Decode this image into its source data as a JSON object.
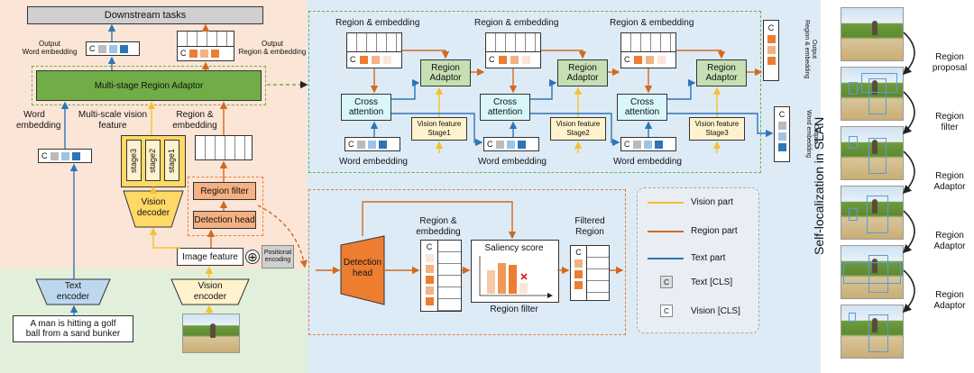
{
  "left": {
    "downstream": "Downstream tasks",
    "output_word": "Output\nWord embedding",
    "output_region": "Output\nRegion & embedding",
    "adaptor": "Multi-stage Region Adaptor",
    "word_emb": "Word\nembedding",
    "multi_scale": "Multi-scale vision\nfeature",
    "region_emb": "Region &\nembedding",
    "stages": [
      "stage3",
      "stage2",
      "stage1"
    ],
    "vision_decoder": "Vision\ndecoder",
    "region_filter": "Region filter",
    "detection_head": "Detection head",
    "image_feature": "Image feature",
    "positional": "Positional\nencoding",
    "text_encoder": "Text\nencoder",
    "vision_encoder": "Vision\nencoder",
    "caption": "A man is hitting a golf\nball from a sand bunker",
    "cls": "C"
  },
  "top_panel": {
    "region_emb": "Region & embedding",
    "cross_attention": "Cross\nattention",
    "region_adaptor": "Region\nAdaptor",
    "word_emb": "Word embedding",
    "stages": [
      "Vision feature\nStage1",
      "Vision feature\nStage2",
      "Vision feature\nStage3"
    ],
    "out_region": "Output\nRegion & embedding",
    "out_word": "Output\nWord embedding"
  },
  "bottom_panel": {
    "detection_head": "Detection\nhead",
    "region_emb": "Region &\nembedding",
    "saliency": "Saliency score",
    "region_filter": "Region filter",
    "filtered": "Filtered\nRegion"
  },
  "legend": [
    {
      "label": "Vision part",
      "color": "#f6c12e"
    },
    {
      "label": "Region part",
      "color": "#d2691e"
    },
    {
      "label": "Text part",
      "color": "#2e75b6"
    },
    {
      "label": "Text [CLS]",
      "symbol": "C"
    },
    {
      "label": "Vision [CLS]",
      "symbol": "C"
    }
  ],
  "right": {
    "title": "Self-localization in SLAN",
    "steps": [
      "Region\nproposal",
      "Region\nfilter",
      "Region\nAdaptor",
      "Region\nAdaptor",
      "Region\nAdaptor"
    ]
  },
  "colors": {
    "peach": "#fbe5d6",
    "green_bg": "#e2efda",
    "blue_bg": "#ddebf7",
    "adaptor_green": "#70ad47",
    "orange": "#f4b183",
    "dark_orange": "#ed7d31",
    "light_green": "#c5e0b4",
    "cyan": "#d9f7fb",
    "yellow": "#ffd966"
  }
}
